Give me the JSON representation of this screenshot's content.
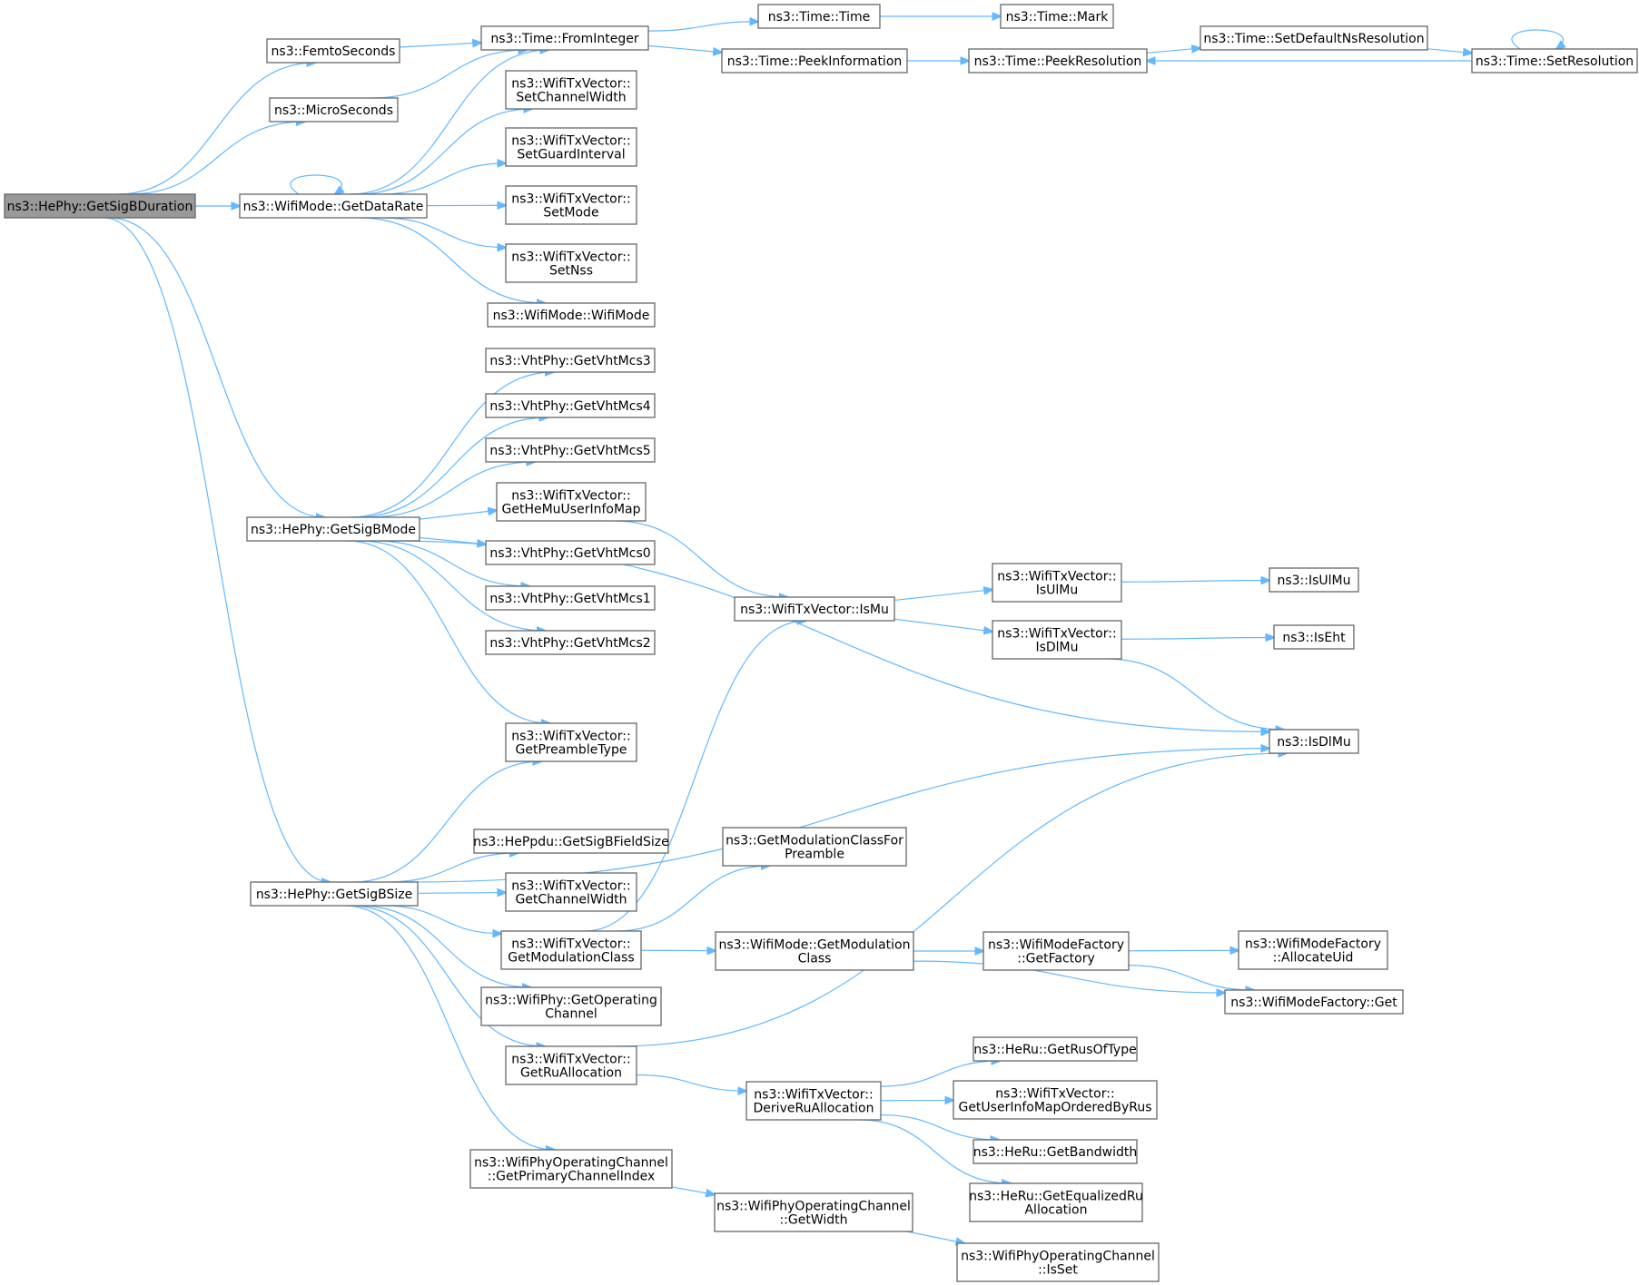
{
  "nodes": {
    "root": [
      "ns3::HePhy::GetSigBDuration"
    ],
    "femto": [
      "ns3::FemtoSeconds"
    ],
    "micro": [
      "ns3::MicroSeconds"
    ],
    "datarate": [
      "ns3::WifiMode::GetDataRate"
    ],
    "sigbmode": [
      "ns3::HePhy::GetSigBMode"
    ],
    "sigbsize": [
      "ns3::HePhy::GetSigBSize"
    ],
    "fromint": [
      "ns3::Time::FromInteger"
    ],
    "timetime": [
      "ns3::Time::Time"
    ],
    "mark": [
      "ns3::Time::Mark"
    ],
    "peekinfo": [
      "ns3::Time::PeekInformation"
    ],
    "peekres": [
      "ns3::Time::PeekResolution"
    ],
    "setdefns": [
      "ns3::Time::SetDefaultNsResolution"
    ],
    "setres": [
      "ns3::Time::SetResolution"
    ],
    "setchw": [
      "ns3::WifiTxVector::",
      "SetChannelWidth"
    ],
    "setgi": [
      "ns3::WifiTxVector::",
      "SetGuardInterval"
    ],
    "setmode": [
      "ns3::WifiTxVector::",
      "SetMode"
    ],
    "setnss": [
      "ns3::WifiTxVector::",
      "SetNss"
    ],
    "wifimode": [
      "ns3::WifiMode::WifiMode"
    ],
    "vht3": [
      "ns3::VhtPhy::GetVhtMcs3"
    ],
    "vht4": [
      "ns3::VhtPhy::GetVhtMcs4"
    ],
    "vht5": [
      "ns3::VhtPhy::GetVhtMcs5"
    ],
    "hemu": [
      "ns3::WifiTxVector::",
      "GetHeMuUserInfoMap"
    ],
    "vht0": [
      "ns3::VhtPhy::GetVhtMcs0"
    ],
    "vht1": [
      "ns3::VhtPhy::GetVhtMcs1"
    ],
    "vht2": [
      "ns3::VhtPhy::GetVhtMcs2"
    ],
    "preamble": [
      "ns3::WifiTxVector::",
      "GetPreambleType"
    ],
    "ismu": [
      "ns3::WifiTxVector::IsMu"
    ],
    "isulmu_v": [
      "ns3::WifiTxVector::",
      "IsUlMu"
    ],
    "isdlmu_v": [
      "ns3::WifiTxVector::",
      "IsDlMu"
    ],
    "isulmu": [
      "ns3::IsUlMu"
    ],
    "iseht": [
      "ns3::IsEht"
    ],
    "isdlmu": [
      "ns3::IsDlMu"
    ],
    "sigbfield": [
      "ns3::HePpdu::GetSigBFieldSize"
    ],
    "getchw": [
      "ns3::WifiTxVector::",
      "GetChannelWidth"
    ],
    "getmodclass": [
      "ns3::WifiTxVector::",
      "GetModulationClass"
    ],
    "getopch": [
      "ns3::WifiPhy::GetOperating",
      "Channel"
    ],
    "getru": [
      "ns3::WifiTxVector::",
      "GetRuAllocation"
    ],
    "primidx": [
      "ns3::WifiPhyOperatingChannel",
      "::GetPrimaryChannelIndex"
    ],
    "modforpre": [
      "ns3::GetModulationClassFor",
      "Preamble"
    ],
    "wmgetmod": [
      "ns3::WifiMode::GetModulation",
      "Class"
    ],
    "getfactory": [
      "ns3::WifiModeFactory",
      "::GetFactory"
    ],
    "allocuid": [
      "ns3::WifiModeFactory",
      "::AllocateUid"
    ],
    "wmfget": [
      "ns3::WifiModeFactory::Get"
    ],
    "deriveru": [
      "ns3::WifiTxVector::",
      "DeriveRuAllocation"
    ],
    "getrusoftype": [
      "ns3::HeRu::GetRusOfType"
    ],
    "getuserinfo": [
      "ns3::WifiTxVector::",
      "GetUserInfoMapOrderedByRus"
    ],
    "getbw": [
      "ns3::HeRu::GetBandwidth"
    ],
    "geteqru": [
      "ns3::HeRu::GetEqualizedRu",
      "Allocation"
    ],
    "getwidth": [
      "ns3::WifiPhyOperatingChannel",
      "::GetWidth"
    ],
    "isset": [
      "ns3::WifiPhyOperatingChannel",
      "::IsSet"
    ]
  },
  "edges": [
    [
      "root",
      "femto"
    ],
    [
      "root",
      "micro"
    ],
    [
      "root",
      "datarate"
    ],
    [
      "root",
      "sigbmode"
    ],
    [
      "root",
      "sigbsize"
    ],
    [
      "femto",
      "fromint"
    ],
    [
      "micro",
      "fromint"
    ],
    [
      "fromint",
      "timetime"
    ],
    [
      "fromint",
      "peekinfo"
    ],
    [
      "timetime",
      "mark"
    ],
    [
      "peekinfo",
      "peekres"
    ],
    [
      "peekres",
      "setdefns"
    ],
    [
      "setdefns",
      "setres"
    ],
    [
      "setres",
      "peekres"
    ],
    [
      "setres",
      "setres"
    ],
    [
      "datarate",
      "datarate"
    ],
    [
      "datarate",
      "fromint"
    ],
    [
      "datarate",
      "setchw"
    ],
    [
      "datarate",
      "setgi"
    ],
    [
      "datarate",
      "setmode"
    ],
    [
      "datarate",
      "setnss"
    ],
    [
      "datarate",
      "wifimode"
    ],
    [
      "sigbmode",
      "vht3"
    ],
    [
      "sigbmode",
      "vht4"
    ],
    [
      "sigbmode",
      "vht5"
    ],
    [
      "sigbmode",
      "hemu"
    ],
    [
      "sigbmode",
      "vht0"
    ],
    [
      "sigbmode",
      "vht1"
    ],
    [
      "sigbmode",
      "vht2"
    ],
    [
      "sigbmode",
      "preamble"
    ],
    [
      "sigbmode",
      "isdlmu"
    ],
    [
      "hemu",
      "ismu"
    ],
    [
      "ismu",
      "isulmu_v"
    ],
    [
      "ismu",
      "isdlmu_v"
    ],
    [
      "isulmu_v",
      "isulmu"
    ],
    [
      "isdlmu_v",
      "iseht"
    ],
    [
      "isdlmu_v",
      "isdlmu"
    ],
    [
      "sigbsize",
      "preamble"
    ],
    [
      "sigbsize",
      "isdlmu"
    ],
    [
      "sigbsize",
      "sigbfield"
    ],
    [
      "sigbsize",
      "getchw"
    ],
    [
      "sigbsize",
      "getmodclass"
    ],
    [
      "sigbsize",
      "getopch"
    ],
    [
      "sigbsize",
      "getru"
    ],
    [
      "sigbsize",
      "primidx"
    ],
    [
      "getmodclass",
      "ismu"
    ],
    [
      "getmodclass",
      "modforpre"
    ],
    [
      "getmodclass",
      "wmgetmod"
    ],
    [
      "wmgetmod",
      "getfactory"
    ],
    [
      "wmgetmod",
      "wmfget"
    ],
    [
      "getfactory",
      "allocuid"
    ],
    [
      "getfactory",
      "wmfget"
    ],
    [
      "getru",
      "isdlmu"
    ],
    [
      "getru",
      "deriveru"
    ],
    [
      "deriveru",
      "getrusoftype"
    ],
    [
      "deriveru",
      "getuserinfo"
    ],
    [
      "deriveru",
      "getbw"
    ],
    [
      "deriveru",
      "geteqru"
    ],
    [
      "primidx",
      "getwidth"
    ],
    [
      "getwidth",
      "isset"
    ]
  ]
}
